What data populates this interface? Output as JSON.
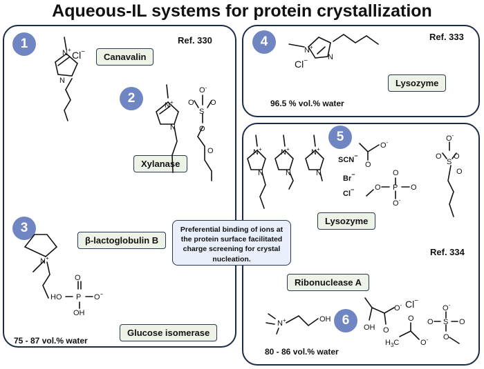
{
  "title": "Aqueous-IL systems for protein crystallization",
  "panels": {
    "p1": {
      "ref": "Ref. 330",
      "sections": [
        {
          "number": "1",
          "protein": "Canavalin",
          "counterion": "Cl"
        },
        {
          "number": "2",
          "protein": "Xylanase"
        },
        {
          "number": "3",
          "protein": "β-lactoglobulin B",
          "protein2": "Glucose isomerase",
          "water": "75 - 87 vol.% water"
        }
      ]
    },
    "p4": {
      "number": "4",
      "ref": "Ref. 333",
      "protein": "Lysozyme",
      "counterion": "Cl",
      "water": "96.5 % vol.% water"
    },
    "p5": {
      "ref": "Ref. 334",
      "sections": [
        {
          "number": "5",
          "protein": "Lysozyme",
          "anions": [
            "SCN",
            "Br",
            "Cl"
          ]
        },
        {
          "number": "6",
          "protein": "Ribonuclease A",
          "counterion": "Cl",
          "water": "80 - 86 vol.% water"
        }
      ]
    },
    "note": "Preferential binding of ions at the protein surface facilitated charge screening for crystal nucleation."
  },
  "colors": {
    "badge": "#6f86c2",
    "label_bg": "#eef3e7",
    "note_bg": "#e9effb",
    "border": "#1d2a45"
  }
}
